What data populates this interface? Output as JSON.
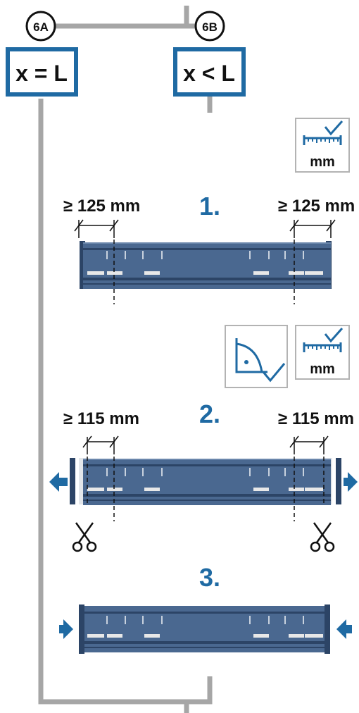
{
  "branches": [
    {
      "badge": "6A",
      "condition": "x = L"
    },
    {
      "badge": "6B",
      "condition": "x < L"
    }
  ],
  "steps": [
    {
      "number": "1.",
      "dimension_left": "≥ 125 mm",
      "dimension_right": "≥ 125 mm"
    },
    {
      "number": "2.",
      "dimension_left": "≥ 115 mm",
      "dimension_right": "≥ 115 mm"
    },
    {
      "number": "3."
    }
  ],
  "tool_labels": {
    "ruler_unit": "mm"
  },
  "icons": [
    "ruler-check-icon",
    "angle-check-icon",
    "scissors-icon",
    "arrow-left-icon",
    "arrow-right-icon"
  ],
  "colors": {
    "accent": "#1f6aa3",
    "rail": "#4a6890",
    "rail_dark": "#2c4466",
    "connector": "#a6a6a6",
    "text": "#111111"
  }
}
